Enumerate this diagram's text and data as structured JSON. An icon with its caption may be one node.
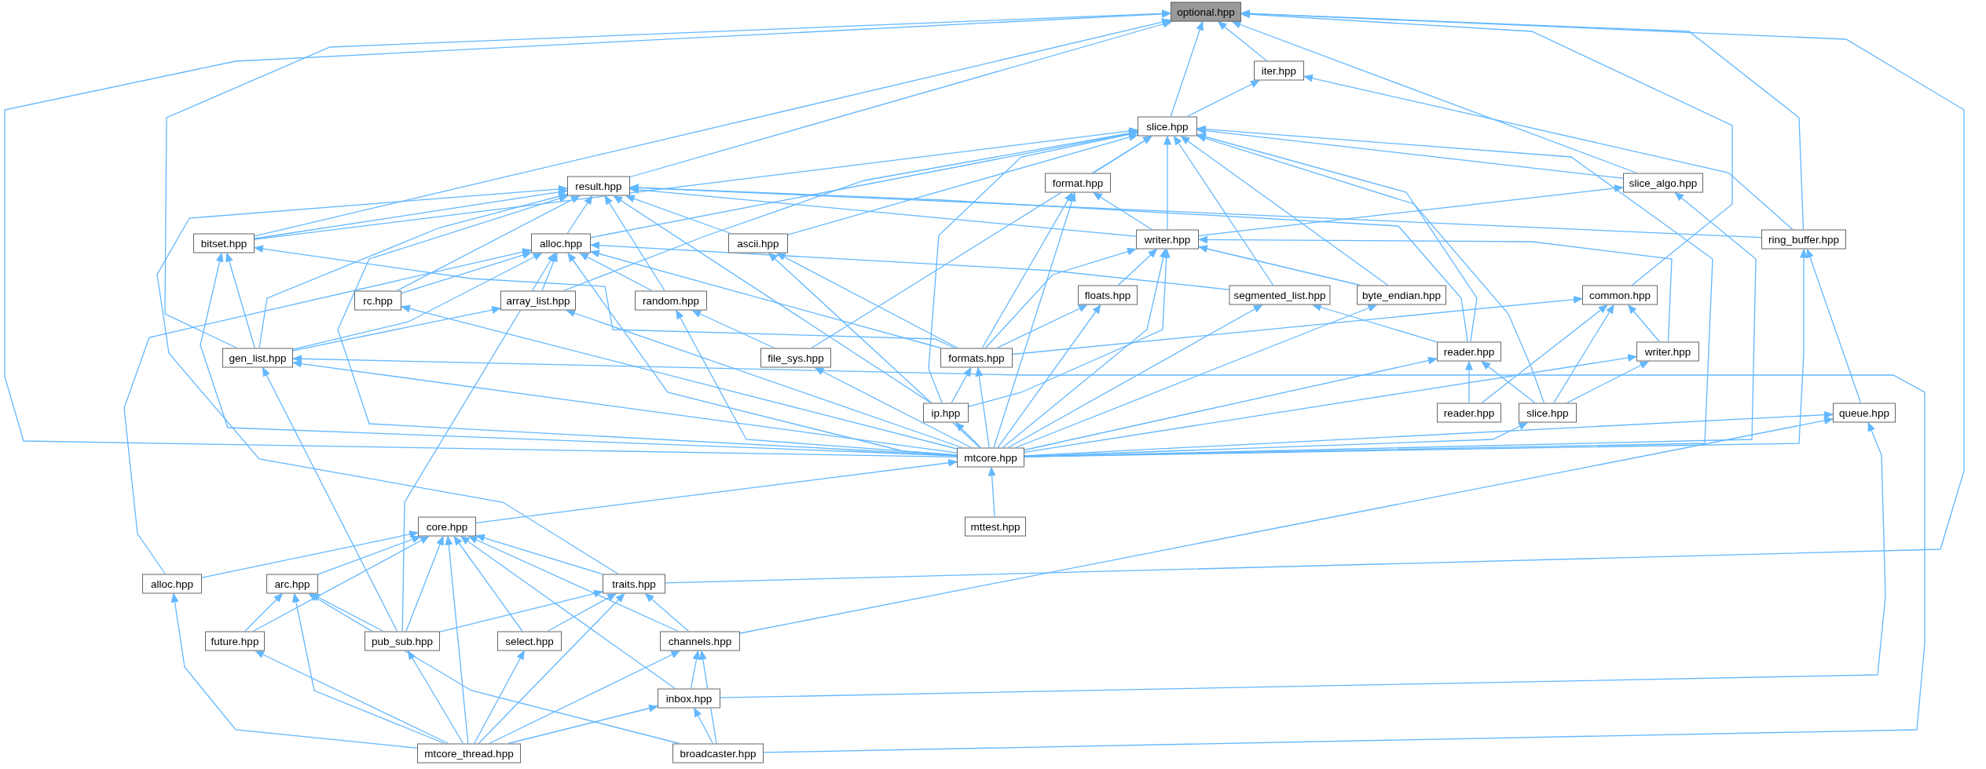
{
  "diagram": {
    "nodes": [
      {
        "text": [
          "optional.hpp"
        ]
      },
      {
        "text": [
          "iter.hpp"
        ]
      },
      {
        "text": [
          "slice.hpp"
        ]
      },
      {
        "text": [
          "result.hpp"
        ]
      },
      {
        "text": [
          "format.hpp"
        ]
      },
      {
        "text": [
          "slice_algo.hpp"
        ]
      },
      {
        "text": [
          "bitset.hpp"
        ]
      },
      {
        "text": [
          "alloc.hpp"
        ]
      },
      {
        "text": [
          "ascii.hpp"
        ]
      },
      {
        "text": [
          "writer.hpp"
        ]
      },
      {
        "text": [
          "ring_buffer.hpp"
        ]
      },
      {
        "text": [
          "rc.hpp"
        ]
      },
      {
        "text": [
          "array_list.hpp"
        ]
      },
      {
        "text": [
          "random.hpp"
        ]
      },
      {
        "text": [
          "floats.hpp"
        ]
      },
      {
        "text": [
          "segmented_list.hpp"
        ]
      },
      {
        "text": [
          "byte_endian.hpp"
        ]
      },
      {
        "text": [
          "common.hpp"
        ]
      },
      {
        "text": [
          "gen_list.hpp"
        ]
      },
      {
        "text": [
          "file_sys.hpp"
        ]
      },
      {
        "text": [
          "formats.hpp"
        ]
      },
      {
        "text": [
          "reader.hpp"
        ]
      },
      {
        "text": [
          "writer.hpp"
        ]
      },
      {
        "text": [
          "ip.hpp"
        ]
      },
      {
        "text": [
          "reader.hpp"
        ]
      },
      {
        "text": [
          "slice.hpp"
        ]
      },
      {
        "text": [
          "queue.hpp"
        ]
      },
      {
        "text": [
          "mtcore.hpp"
        ]
      },
      {
        "text": [
          "mttest.hpp"
        ]
      },
      {
        "text": [
          "core.hpp"
        ]
      },
      {
        "text": [
          "alloc.hpp"
        ]
      },
      {
        "text": [
          "arc.hpp"
        ]
      },
      {
        "text": [
          "traits.hpp"
        ]
      },
      {
        "text": [
          "future.hpp"
        ]
      },
      {
        "text": [
          "pub_sub.hpp"
        ]
      },
      {
        "text": [
          "select.hpp"
        ]
      },
      {
        "text": [
          "channels.hpp"
        ]
      },
      {
        "text": [
          "inbox.hpp"
        ]
      },
      {
        "text": [
          "mtcore_thread.hpp"
        ]
      },
      {
        "text": [
          "broadcaster.hpp"
        ]
      }
    ],
    "edges": [
      {
        "from": 1,
        "to": 0,
        "arrow": "to"
      },
      {
        "from": 2,
        "to": 0,
        "arrow": "to"
      },
      {
        "from": 2,
        "to": 1,
        "arrow": "to"
      },
      {
        "from": 3,
        "to": 0,
        "arrow": "to"
      },
      {
        "from": 4,
        "to": 2,
        "arrow": "to"
      },
      {
        "from": 5,
        "to": 0,
        "arrow": "to"
      },
      {
        "from": 5,
        "to": 2,
        "arrow": "to"
      },
      {
        "from": 6,
        "to": 0,
        "arrow": "to"
      },
      {
        "from": 6,
        "to": 2,
        "arrow": "to"
      },
      {
        "from": 6,
        "to": 3,
        "arrow": "to"
      },
      {
        "from": 7,
        "to": 2,
        "arrow": "to"
      },
      {
        "from": 7,
        "to": 3,
        "arrow": "to"
      },
      {
        "from": 8,
        "to": 2,
        "arrow": "to"
      },
      {
        "from": 8,
        "to": 3,
        "arrow": "to"
      },
      {
        "from": 9,
        "to": 2,
        "arrow": "to"
      },
      {
        "from": 9,
        "to": 3,
        "arrow": "to"
      },
      {
        "from": 9,
        "to": 4,
        "arrow": "to"
      },
      {
        "from": 9,
        "to": 5,
        "arrow": "to"
      },
      {
        "from": 10,
        "to": 0,
        "arrow": "to"
      },
      {
        "from": 10,
        "to": 1,
        "arrow": "to"
      },
      {
        "from": 10,
        "to": 3,
        "arrow": "to"
      },
      {
        "from": 11,
        "to": 3,
        "arrow": "to"
      },
      {
        "from": 11,
        "to": 7,
        "arrow": "to"
      },
      {
        "from": 12,
        "to": 2,
        "arrow": "to"
      },
      {
        "from": 12,
        "to": 7,
        "arrow": "to"
      },
      {
        "from": 13,
        "to": 3,
        "arrow": "to"
      },
      {
        "from": 13,
        "to": 7,
        "arrow": "to"
      },
      {
        "from": 14,
        "to": 9,
        "arrow": "to"
      },
      {
        "from": 15,
        "to": 2,
        "arrow": "to"
      },
      {
        "from": 15,
        "to": 7,
        "arrow": "to"
      },
      {
        "from": 16,
        "to": 2,
        "arrow": "to"
      },
      {
        "from": 16,
        "to": 9,
        "arrow": "to"
      },
      {
        "from": 17,
        "to": 0,
        "arrow": "to"
      },
      {
        "from": 18,
        "to": 0,
        "arrow": "to"
      },
      {
        "from": 18,
        "to": 3,
        "arrow": "to"
      },
      {
        "from": 18,
        "to": 6,
        "arrow": "to"
      },
      {
        "from": 18,
        "to": 7,
        "arrow": "to"
      },
      {
        "from": 18,
        "to": 12,
        "arrow": "to"
      },
      {
        "from": 19,
        "to": 2,
        "arrow": "to"
      },
      {
        "from": 19,
        "to": 13,
        "arrow": "to"
      },
      {
        "from": 20,
        "to": 4,
        "arrow": "to"
      },
      {
        "from": 20,
        "to": 6,
        "arrow": "to"
      },
      {
        "from": 20,
        "to": 7,
        "arrow": "to"
      },
      {
        "from": 20,
        "to": 8,
        "arrow": "to"
      },
      {
        "from": 20,
        "to": 9,
        "arrow": "to"
      },
      {
        "from": 20,
        "to": 14,
        "arrow": "to"
      },
      {
        "from": 20,
        "to": 17,
        "arrow": "to"
      },
      {
        "from": 21,
        "to": 2,
        "arrow": "to"
      },
      {
        "from": 21,
        "to": 3,
        "arrow": "to"
      },
      {
        "from": 21,
        "to": 15,
        "arrow": "to"
      },
      {
        "from": 22,
        "to": 9,
        "arrow": "to"
      },
      {
        "from": 22,
        "to": 17,
        "arrow": "to"
      },
      {
        "from": 23,
        "to": 2,
        "arrow": "to"
      },
      {
        "from": 23,
        "to": 3,
        "arrow": "to"
      },
      {
        "from": 23,
        "to": 9,
        "arrow": "to"
      },
      {
        "from": 23,
        "to": 20,
        "arrow": "to"
      },
      {
        "from": 24,
        "to": 21,
        "arrow": "to"
      },
      {
        "from": 24,
        "to": 17,
        "arrow": "to"
      },
      {
        "from": 25,
        "to": 2,
        "arrow": "to"
      },
      {
        "from": 25,
        "to": 21,
        "arrow": "to"
      },
      {
        "from": 25,
        "to": 22,
        "arrow": "to"
      },
      {
        "from": 25,
        "to": 17,
        "arrow": "to"
      },
      {
        "from": 26,
        "to": 10,
        "arrow": "to"
      },
      {
        "from": 27,
        "to": 0,
        "arrow": "to"
      },
      {
        "from": 27,
        "to": 2,
        "arrow": "to"
      },
      {
        "from": 27,
        "to": 3,
        "arrow": "to"
      },
      {
        "from": 27,
        "to": 4,
        "arrow": "to"
      },
      {
        "from": 27,
        "to": 5,
        "arrow": "to"
      },
      {
        "from": 27,
        "to": 6,
        "arrow": "to"
      },
      {
        "from": 27,
        "to": 7,
        "arrow": "to"
      },
      {
        "from": 27,
        "to": 8,
        "arrow": "to"
      },
      {
        "from": 27,
        "to": 9,
        "arrow": "to"
      },
      {
        "from": 27,
        "to": 10,
        "arrow": "to"
      },
      {
        "from": 27,
        "to": 11,
        "arrow": "to"
      },
      {
        "from": 27,
        "to": 12,
        "arrow": "to"
      },
      {
        "from": 27,
        "to": 13,
        "arrow": "to"
      },
      {
        "from": 27,
        "to": 14,
        "arrow": "to"
      },
      {
        "from": 27,
        "to": 15,
        "arrow": "to"
      },
      {
        "from": 27,
        "to": 16,
        "arrow": "to"
      },
      {
        "from": 27,
        "to": 18,
        "arrow": "to"
      },
      {
        "from": 27,
        "to": 19,
        "arrow": "to"
      },
      {
        "from": 27,
        "to": 20,
        "arrow": "to"
      },
      {
        "from": 27,
        "to": 21,
        "arrow": "to"
      },
      {
        "from": 27,
        "to": 22,
        "arrow": "to"
      },
      {
        "from": 27,
        "to": 23,
        "arrow": "to"
      },
      {
        "from": 27,
        "to": 25,
        "arrow": "to"
      },
      {
        "from": 27,
        "to": 26,
        "arrow": "to"
      },
      {
        "from": 28,
        "to": 27,
        "arrow": "to"
      },
      {
        "from": 29,
        "to": 27,
        "arrow": "to"
      },
      {
        "from": 30,
        "to": 7,
        "arrow": "to"
      },
      {
        "from": 30,
        "to": 29,
        "arrow": "to"
      },
      {
        "from": 31,
        "to": 29,
        "arrow": "to"
      },
      {
        "from": 32,
        "to": 0,
        "arrow": "to"
      },
      {
        "from": 32,
        "to": 3,
        "arrow": "to"
      },
      {
        "from": 32,
        "to": 29,
        "arrow": "to"
      },
      {
        "from": 33,
        "to": 29,
        "arrow": "to"
      },
      {
        "from": 33,
        "to": 31,
        "arrow": "to"
      },
      {
        "from": 34,
        "to": 7,
        "arrow": "to"
      },
      {
        "from": 34,
        "to": 18,
        "arrow": "to"
      },
      {
        "from": 34,
        "to": 29,
        "arrow": "to"
      },
      {
        "from": 34,
        "to": 31,
        "arrow": "to"
      },
      {
        "from": 34,
        "to": 32,
        "arrow": "to"
      },
      {
        "from": 35,
        "to": 29,
        "arrow": "to"
      },
      {
        "from": 35,
        "to": 32,
        "arrow": "to"
      },
      {
        "from": 36,
        "to": 26,
        "arrow": "to"
      },
      {
        "from": 36,
        "to": 29,
        "arrow": "to"
      },
      {
        "from": 36,
        "to": 32,
        "arrow": "to"
      },
      {
        "from": 37,
        "to": 26,
        "arrow": "to"
      },
      {
        "from": 37,
        "to": 29,
        "arrow": "to"
      },
      {
        "from": 37,
        "to": 36,
        "arrow": "to"
      },
      {
        "from": 38,
        "to": 29,
        "arrow": "to"
      },
      {
        "from": 38,
        "to": 30,
        "arrow": "to"
      },
      {
        "from": 38,
        "to": 31,
        "arrow": "to"
      },
      {
        "from": 38,
        "to": 32,
        "arrow": "to"
      },
      {
        "from": 38,
        "to": 33,
        "arrow": "to"
      },
      {
        "from": 38,
        "to": 34,
        "arrow": "to"
      },
      {
        "from": 38,
        "to": 35,
        "arrow": "to"
      },
      {
        "from": 38,
        "to": 36,
        "arrow": "to"
      },
      {
        "from": 38,
        "to": 37,
        "arrow": "to"
      },
      {
        "from": 39,
        "to": 18,
        "arrow": "to"
      },
      {
        "from": 39,
        "to": 31,
        "arrow": "to"
      },
      {
        "from": 39,
        "to": 36,
        "arrow": "to"
      },
      {
        "from": 39,
        "to": 37,
        "arrow": "to"
      }
    ]
  }
}
